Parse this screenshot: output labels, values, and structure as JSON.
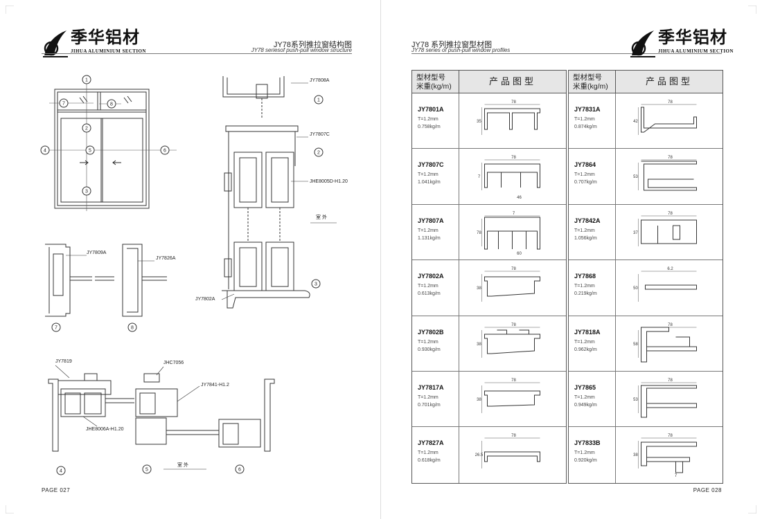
{
  "brand": {
    "name_cn": "季华铝材",
    "name_en": "JIHUA ALUMINIUM SECTION"
  },
  "left_page": {
    "title_cn": "JY78系列推拉窗结构图",
    "title_en": "JY78 seriesof  push-pull window structure",
    "page_number": "PAGE  027",
    "elevation": {
      "markers": [
        "1",
        "2",
        "3",
        "4",
        "5",
        "6",
        "7",
        "8"
      ]
    },
    "section_vertical": {
      "labels": {
        "top": "JY7808A",
        "mid": "JY7807C",
        "gasket": "JHE8005D-H1.20",
        "bottom": "JY7802A"
      },
      "markers": [
        "1",
        "2",
        "3"
      ],
      "outside": "室 外"
    },
    "detail_78": {
      "labels": {
        "left": "JY7809A",
        "right": "JY7826A"
      },
      "markers": [
        "7",
        "8"
      ]
    },
    "section_horizontal": {
      "labels": {
        "a": "JY7819",
        "b": "JHC7056",
        "c": "JY7841-H1.2",
        "d": "JHE8006A-H1.20"
      },
      "markers": [
        "4",
        "5",
        "6"
      ],
      "outside": "室 外"
    }
  },
  "right_page": {
    "title_cn": "JY78 系列推拉窗型材图",
    "title_en": "JY78 series of push-pull window profiles",
    "page_number": "PAGE  028",
    "table_header": {
      "col1_line1": "型材型号",
      "col1_line2": "米重(kg/m)",
      "col2": "产品图型"
    },
    "left_table": [
      {
        "code": "JY7801A",
        "thickness": "T=1.2mm",
        "weight": "0.758kg/m",
        "dims": [
          "78",
          "35"
        ]
      },
      {
        "code": "JY7807C",
        "thickness": "T=1.2mm",
        "weight": "1.041kg/m",
        "dims": [
          "78",
          "7",
          "46"
        ]
      },
      {
        "code": "JY7807A",
        "thickness": "T=1.2mm",
        "weight": "1.131kg/m",
        "dims": [
          "7",
          "78",
          "60"
        ]
      },
      {
        "code": "JY7802A",
        "thickness": "T=1.2mm",
        "weight": "0.613kg/m",
        "dims": [
          "78",
          "38"
        ]
      },
      {
        "code": "JY7802B",
        "thickness": "T=1.2mm",
        "weight": "0.930kg/m",
        "dims": [
          "78",
          "38"
        ]
      },
      {
        "code": "JY7817A",
        "thickness": "T=1.2mm",
        "weight": "0.701kg/m",
        "dims": [
          "78",
          "38"
        ]
      },
      {
        "code": "JY7827A",
        "thickness": "T=1.2mm",
        "weight": "0.618kg/m",
        "dims": [
          "78",
          "26.5"
        ]
      }
    ],
    "right_table": [
      {
        "code": "JY7831A",
        "thickness": "T=1.2mm",
        "weight": "0.874kg/m",
        "dims": [
          "78",
          "42"
        ]
      },
      {
        "code": "JY7864",
        "thickness": "T=1.2mm",
        "weight": "0.707kg/m",
        "dims": [
          "78",
          "53"
        ]
      },
      {
        "code": "JY7842A",
        "thickness": "T=1.2mm",
        "weight": "1.056kg/m",
        "dims": [
          "78",
          "37"
        ]
      },
      {
        "code": "JY7868",
        "thickness": "T=1.2mm",
        "weight": "0.219kg/m",
        "dims": [
          "6.2",
          "50"
        ]
      },
      {
        "code": "JY7818A",
        "thickness": "T=1.2mm",
        "weight": "0.962kg/m",
        "dims": [
          "78",
          "58"
        ]
      },
      {
        "code": "JY7865",
        "thickness": "T=1.2mm",
        "weight": "0.949kg/m",
        "dims": [
          "78",
          "53"
        ]
      },
      {
        "code": "JY7833B",
        "thickness": "T=1.2mm",
        "weight": "0.920kg/m",
        "dims": [
          "78",
          "38",
          "7"
        ]
      }
    ]
  }
}
